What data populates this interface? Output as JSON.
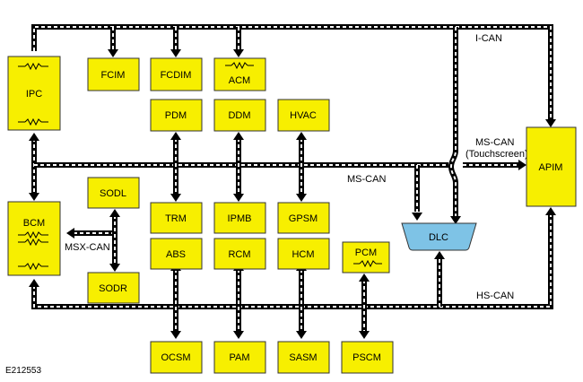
{
  "buses": {
    "ican": "I-CAN",
    "mscan_touch_line1": "MS-CAN",
    "mscan_touch_line2": "(Touchscreen)",
    "mscan": "MS-CAN",
    "mscan_x": "MSX-CAN",
    "hscan": "HS-CAN"
  },
  "modules": {
    "ipc": "IPC",
    "fcim": "FCIM",
    "fcdim": "FCDIM",
    "acm": "ACM",
    "pdm": "PDM",
    "ddm": "DDM",
    "hvac": "HVAC",
    "apim": "APIM",
    "sodl": "SODL",
    "sodr": "SODR",
    "bcm": "BCM",
    "trm": "TRM",
    "ipmb": "IPMB",
    "gpsm": "GPSM",
    "dlc": "DLC",
    "abs": "ABS",
    "rcm": "RCM",
    "hcm": "HCM",
    "pcm": "PCM",
    "ocsm": "OCSM",
    "pam": "PAM",
    "sasm": "SASM",
    "pscm": "PSCM"
  },
  "figure_id": "E212553"
}
